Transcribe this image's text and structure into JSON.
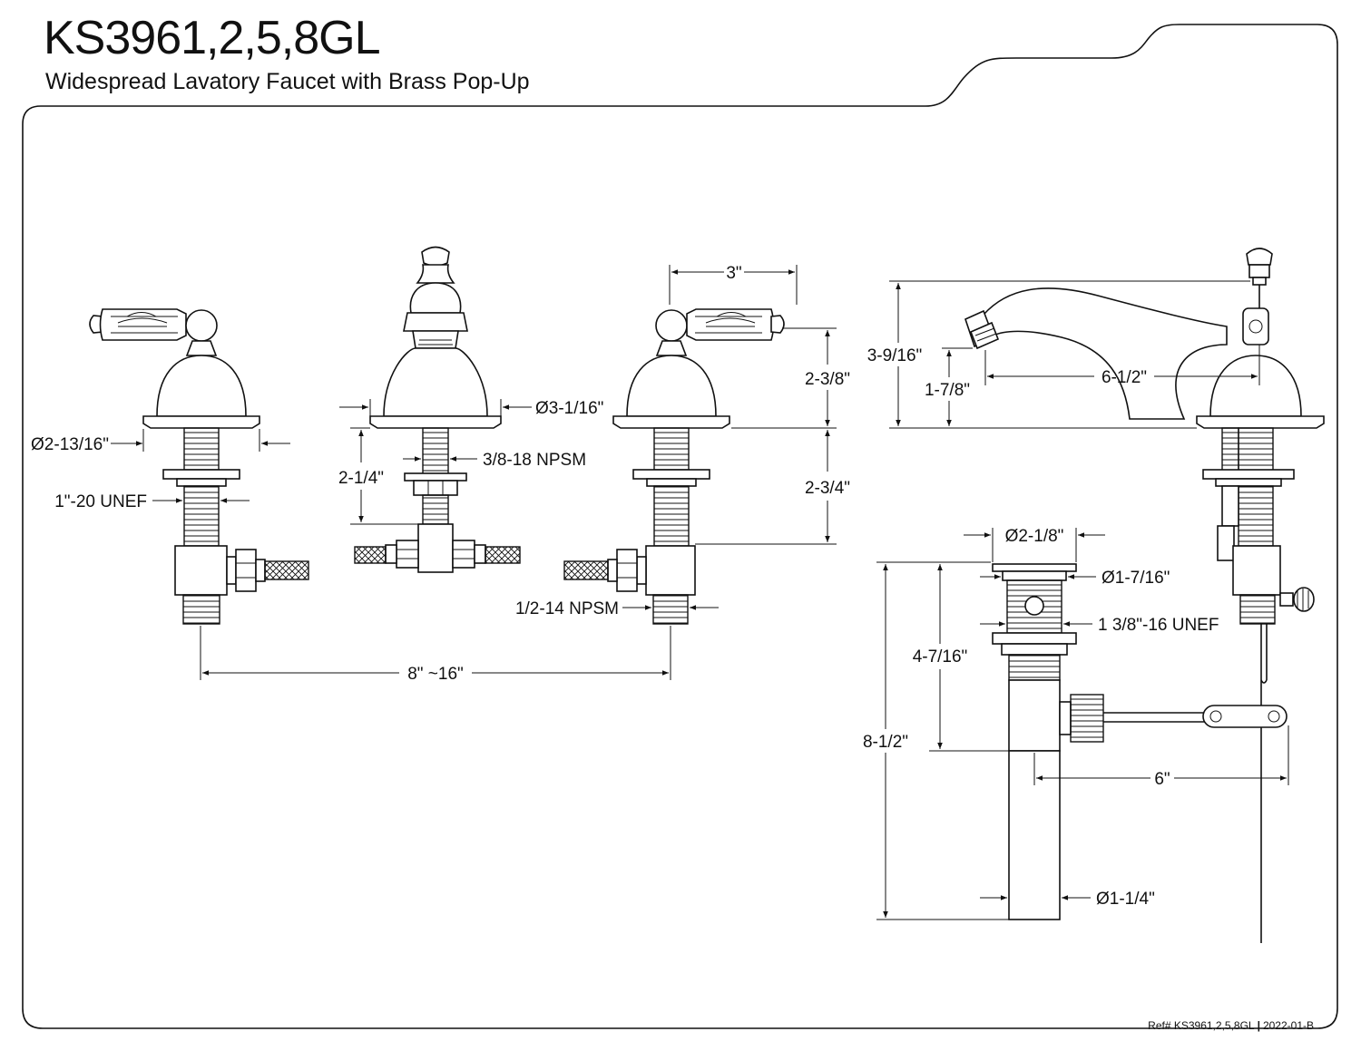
{
  "header": {
    "model": "KS3961,2,5,8GL",
    "description": "Widespread Lavatory Faucet with Brass Pop-Up"
  },
  "dimensions": {
    "flange_dia": "Ø2-13/16\"",
    "shank_thread": "1\"-20 UNEF",
    "handle_spacing": "3\"",
    "escutcheon_dia": "Ø3-1/16\"",
    "spout_shank_length": "2-1/4\"",
    "spout_thread": "3/8-18 NPSM",
    "handle_height": "2-3/8\"",
    "handle_shank_length": "2-3/4\"",
    "inlet_thread": "1/2-14 NPSM",
    "widespread_range": "8\" ~16\"",
    "overall_height": "3-9/16\"",
    "spout_height": "1-7/8\"",
    "spout_reach": "6-1/2\"",
    "drain_flange_dia": "Ø2-1/8\"",
    "drain_body_dia": "Ø1-7/16\"",
    "drain_thread": "1 3/8\"-16 UNEF",
    "drain_body_length": "4-7/16\"",
    "drain_total_length": "8-1/2\"",
    "pivot_rod_reach": "6\"",
    "tailpiece_dia": "Ø1-1/4\""
  },
  "footer": {
    "ref_label": "Ref# KS3961,2,5,8GL",
    "separator": "|",
    "revision": "2022-01-B"
  }
}
